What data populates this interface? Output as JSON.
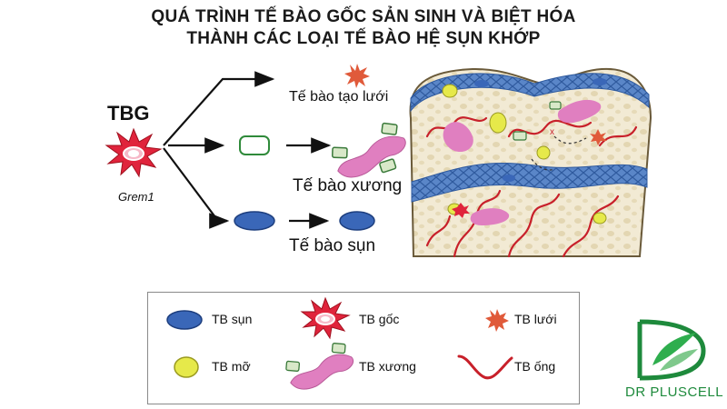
{
  "title": {
    "line1": "QUÁ TRÌNH TẾ BÀO GỐC SẢN SINH VÀ BIỆT HÓA",
    "line2": "THÀNH CÁC LOẠI TẾ BÀO HỆ SỤN KHỚP"
  },
  "source": {
    "label": "TBG",
    "gene": "Grem1"
  },
  "outcomes": [
    {
      "label": "Tế bào tạo lưới"
    },
    {
      "label": "Tế bào xương"
    },
    {
      "label": "Tế bào sụn"
    }
  ],
  "legend": {
    "items": [
      {
        "label": "TB sụn",
        "icon": "chondrocyte-icon"
      },
      {
        "label": "TB gốc",
        "icon": "stem-cell-icon"
      },
      {
        "label": "TB lưới",
        "icon": "reticular-cell-icon"
      },
      {
        "label": "TB mỡ",
        "icon": "fat-cell-icon"
      },
      {
        "label": "TB xương",
        "icon": "bone-cell-icon"
      },
      {
        "label": "TB ống",
        "icon": "vessel-cell-icon"
      }
    ]
  },
  "brand": {
    "name": "DR PLUSCELL"
  },
  "colors": {
    "stem": "#e0243c",
    "cartilage": "#3a67b8",
    "bone": "#e07fc0",
    "fat": "#e6e94a",
    "reticular": "#e05a3a",
    "vessel": "#c8202a",
    "brand": "#1e8a3c"
  }
}
